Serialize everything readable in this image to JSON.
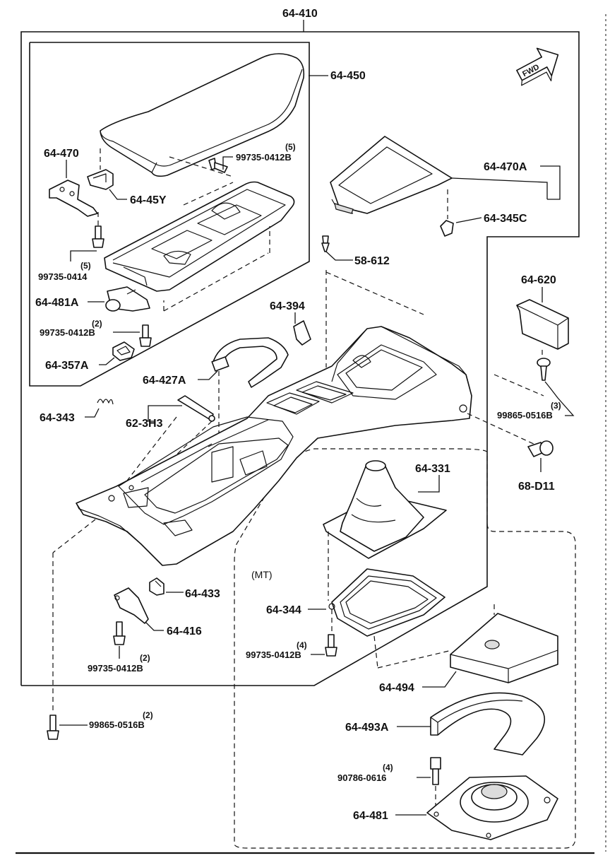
{
  "labels": {
    "top_assembly": "64-410",
    "armrest_lid": "64-450",
    "hinge": "64-470",
    "hinge_bracket": "64-45Y",
    "screw_group_top": {
      "qty": "(5)",
      "part": "99735-0412B"
    },
    "screw_group_left": {
      "qty": "(5)",
      "part": "99735-0414"
    },
    "lock": "64-481A",
    "screw_lock": {
      "qty": "(2)",
      "part": "99735-0412B"
    },
    "grommet": "64-357A",
    "bezel": "64-470A",
    "clip_bezel": "64-345C",
    "pin": "58-612",
    "bracket_small": "64-394",
    "handle": "64-427A",
    "spring": "64-343",
    "cable": "62-3H3",
    "tray": "64-620",
    "screw_tray": {
      "qty": "(3)",
      "part": "99865-0516B"
    },
    "fastener": "68-D11",
    "boot": "64-331",
    "mt_label": "(MT)",
    "boot_frame": "64-344",
    "screw_frame": {
      "qty": "(4)",
      "part": "99735-0412B"
    },
    "clip_433": "64-433",
    "bracket_416": "64-416",
    "screw_416": {
      "qty": "(2)",
      "part": "99735-0412B"
    },
    "screw_bottom_left": {
      "qty": "(2)",
      "part": "99865-0516B"
    },
    "insulator_pad": "64-494",
    "insulator_ring": "64-493A",
    "bolt": {
      "qty": "(4)",
      "part": "90786-0616"
    },
    "base_plate": "64-481",
    "direction": "FWD"
  }
}
